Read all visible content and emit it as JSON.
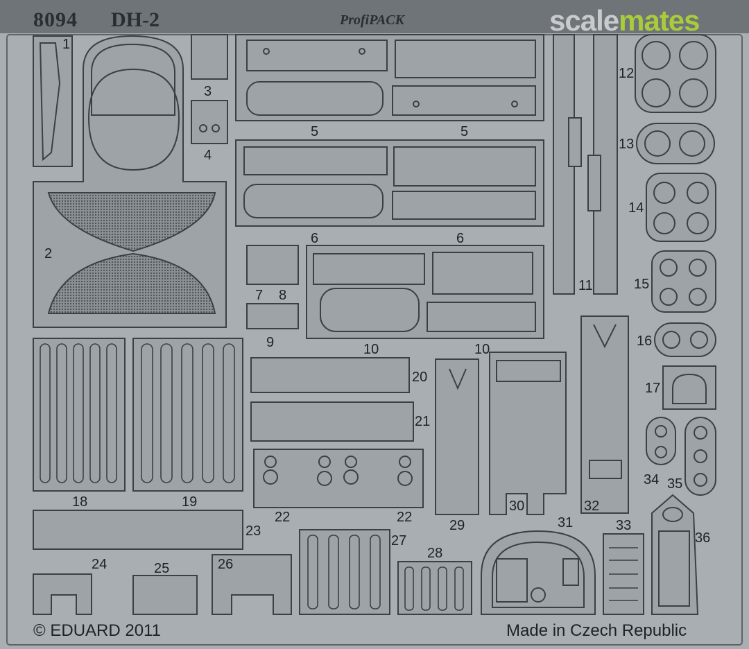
{
  "header": {
    "code": "8094",
    "model": "DH-2",
    "pack": "ProfiPACK",
    "watermark_part1": "scale",
    "watermark_part2": "mates"
  },
  "footer": {
    "copyright": "© EDUARD 2011",
    "origin": "Made in Czech Republic"
  },
  "part_labels": {
    "p1": "1",
    "p2": "2",
    "p3": "3",
    "p4": "4",
    "p5a": "5",
    "p5b": "5",
    "p6a": "6",
    "p6b": "6",
    "p7": "7",
    "p8": "8",
    "p9": "9",
    "p10a": "10",
    "p10b": "10",
    "p11": "11",
    "p12": "12",
    "p13": "13",
    "p14": "14",
    "p15": "15",
    "p16": "16",
    "p17": "17",
    "p18": "18",
    "p19": "19",
    "p20": "20",
    "p21": "21",
    "p22a": "22",
    "p22b": "22",
    "p23": "23",
    "p24": "24",
    "p25": "25",
    "p26": "26",
    "p27": "27",
    "p28": "28",
    "p29": "29",
    "p30": "30",
    "p31": "31",
    "p32": "32",
    "p33": "33",
    "p34": "34",
    "p35": "35",
    "p36": "36"
  },
  "colors": {
    "sheet": "#a9aeb3",
    "part": "#9ea3a8",
    "outline": "#3b4045",
    "header_band": "#6f7478",
    "watermark_grey": "#c8cbce",
    "watermark_green": "#a8cc3a"
  }
}
